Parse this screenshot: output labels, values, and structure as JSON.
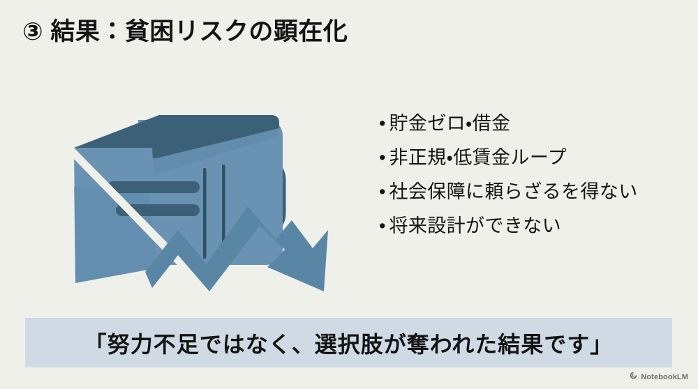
{
  "slide": {
    "background_color": "#eff0ea",
    "title": "③ 結果：貧困リスクの顕在化"
  },
  "illustration": {
    "name": "wallet-with-downward-arrow",
    "alt": "落ち込む矢印つきの財布のイラスト",
    "colors": {
      "wallet_body": "#6a93b3",
      "wallet_shadow": "#3c6077",
      "wallet_mid": "#5785a6",
      "arrow": "#5a86a6",
      "cut_line": "#eff0ea"
    }
  },
  "bullets": {
    "marker": "•",
    "items": [
      {
        "label": "貯金ゼロ・借金"
      },
      {
        "label": "非正規・低賃金ループ"
      },
      {
        "label": "社会保障に頼らざるを得ない"
      },
      {
        "label": "将来設計ができない"
      }
    ]
  },
  "banner": {
    "text": "「努力不足ではなく、選択肢が奪われた結果です」",
    "background_color": "#cfdae4",
    "text_color": "#141414"
  },
  "watermark": {
    "label": "NotebookLM",
    "icon": "notebooklm-spiral-icon"
  }
}
